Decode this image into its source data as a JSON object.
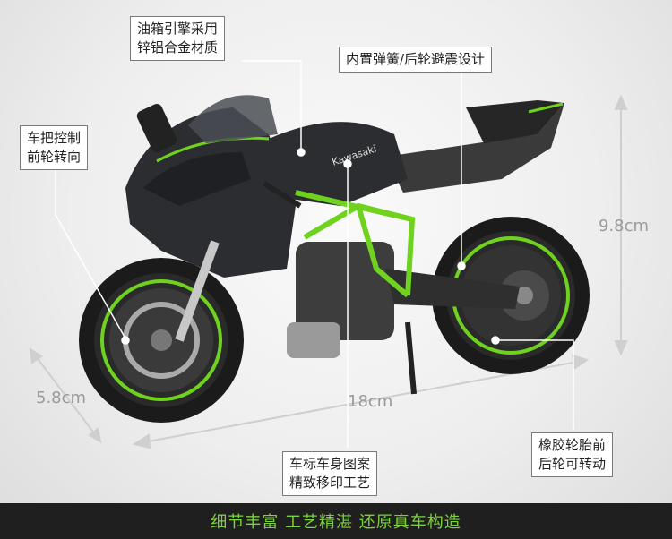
{
  "callouts": {
    "tank": [
      "油箱引擎采用",
      "锌铝合金材质"
    ],
    "spring": [
      "内置弹簧/后轮避震设计"
    ],
    "steer": [
      "车把控制",
      "前轮转向"
    ],
    "logo": [
      "车标车身图案",
      "精致移印工艺"
    ],
    "tire": [
      "橡胶轮胎前",
      "后轮可转动"
    ]
  },
  "dimensions": {
    "height": "9.8cm",
    "length": "18cm",
    "width": "5.8cm"
  },
  "footer": "细节丰富 工艺精湛 还原真车构造",
  "brand_text": "Kawasaki",
  "colors": {
    "accent_green": "#6fd21e",
    "body": "#2b2d30",
    "footer_bg": "#1f1f1f"
  }
}
